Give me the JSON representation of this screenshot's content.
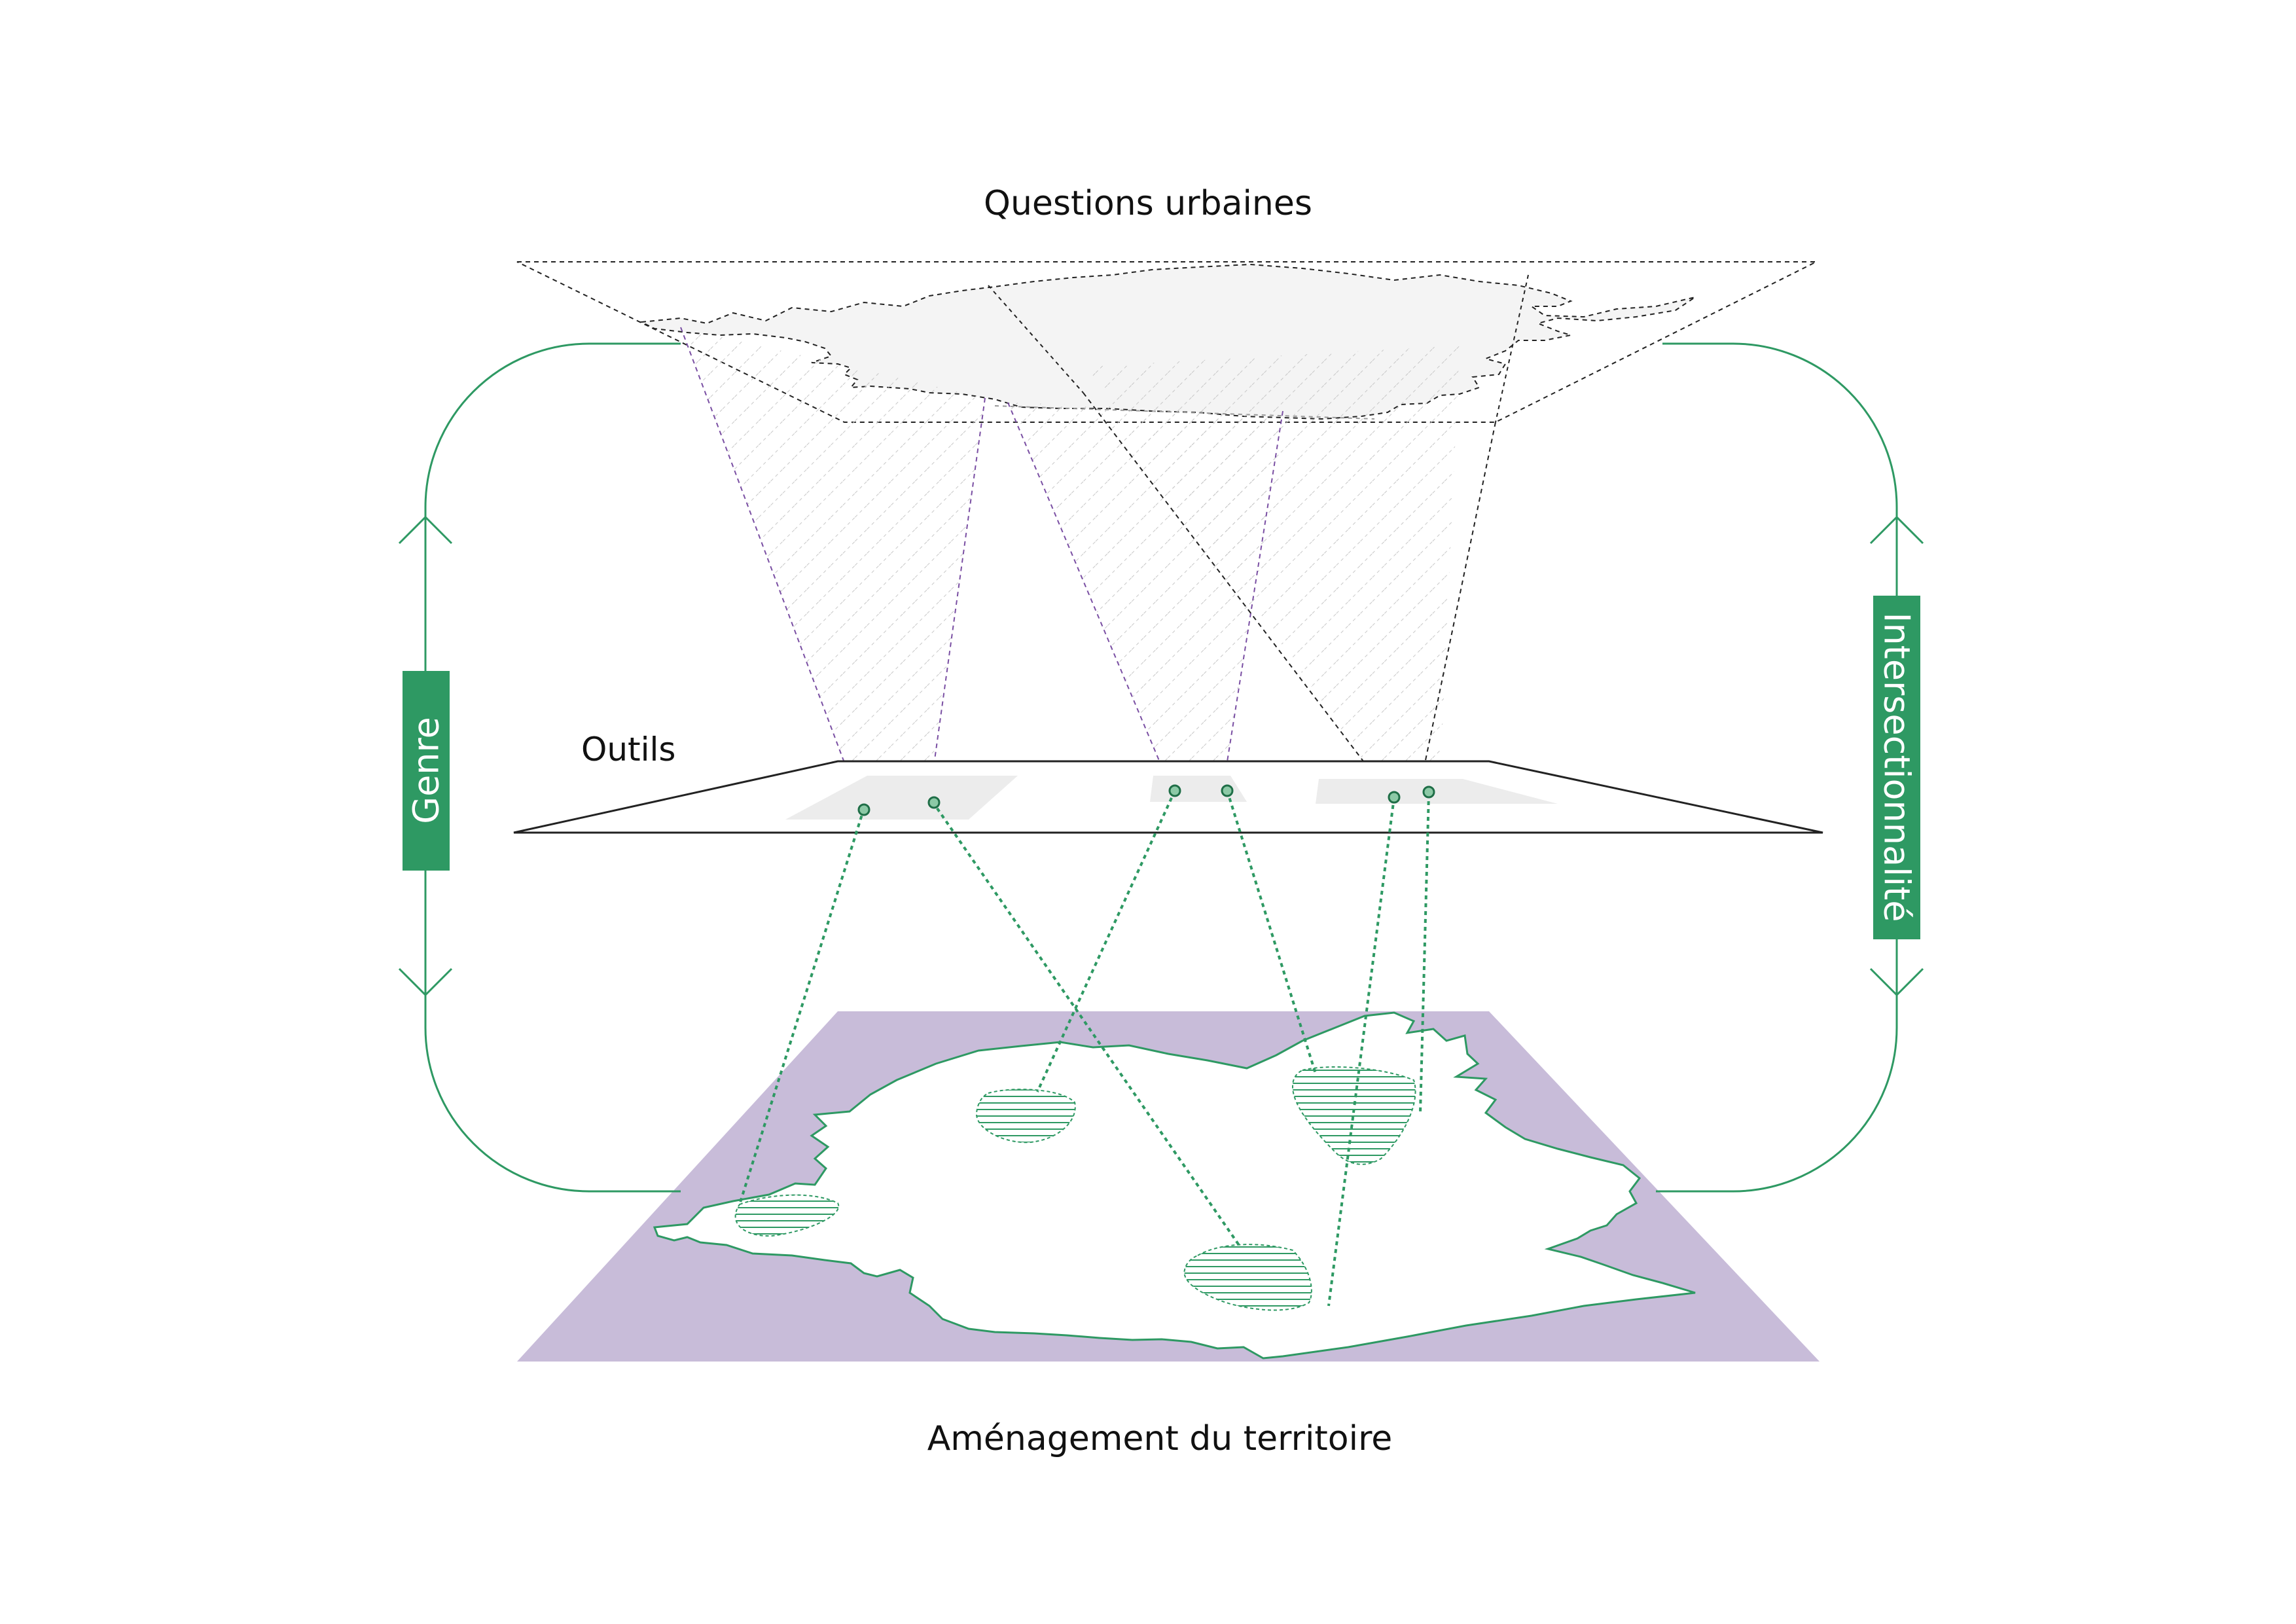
{
  "labels": {
    "top": "Questions urbaines",
    "middle": "Outils",
    "bottom": "Aménagement du territoire",
    "left": "Genre",
    "right": "Intersectionnalité"
  },
  "colors": {
    "green": "#2e9963",
    "purple_fill": "#c8bcd9",
    "purple_line": "#7a4fa3",
    "grey_fill": "#f4f4f4",
    "dashed_black": "#222222",
    "hatch_grey": "#c8c8c8"
  }
}
